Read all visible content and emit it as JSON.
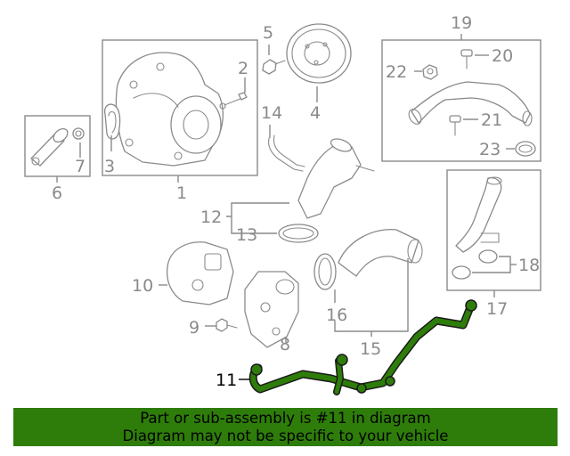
{
  "diagram": {
    "labels": {
      "l1": "1",
      "l2": "2",
      "l3": "3",
      "l4": "4",
      "l5": "5",
      "l6": "6",
      "l7": "7",
      "l8": "8",
      "l9": "9",
      "l10": "10",
      "l11": "11",
      "l12": "12",
      "l13": "13",
      "l14": "14",
      "l15": "15",
      "l16": "16",
      "l17": "17",
      "l18": "18",
      "l19": "19",
      "l20": "20",
      "l21": "21",
      "l22": "22",
      "l23": "23"
    },
    "highlight_color": "#2e7d0a",
    "highlighted_part": "11"
  },
  "banner": {
    "line1": "Part or sub-assembly is #11 in diagram",
    "line2": "Diagram may not be specific to your vehicle",
    "color": "#2e7d0a"
  }
}
